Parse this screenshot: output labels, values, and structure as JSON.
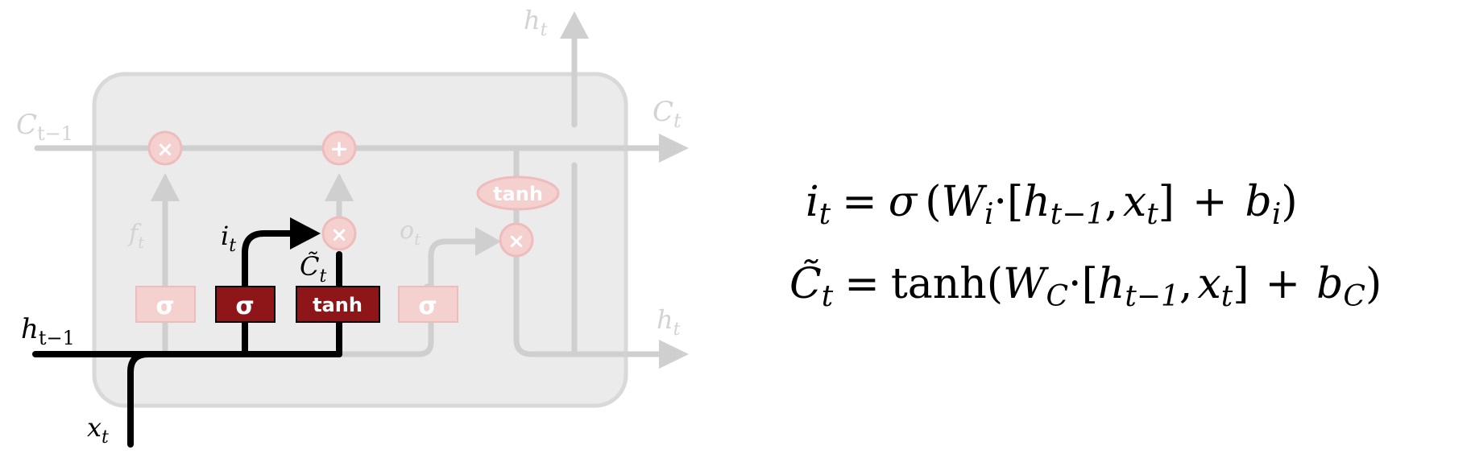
{
  "diagram": {
    "labels": {
      "h_prev_base": "h",
      "h_prev_sub": "t−1",
      "x_base": "x",
      "x_sub": "t",
      "c_prev_base": "C",
      "c_prev_sub": "t−1",
      "c_out_base": "C",
      "c_out_sub": "t",
      "h_top_base": "h",
      "h_top_sub": "t",
      "h_right_base": "h",
      "h_right_sub": "t",
      "f_base": "f",
      "f_sub": "t",
      "i_base": "i",
      "i_sub": "t",
      "ctilde_base": "C̃",
      "ctilde_sub": "t",
      "o_base": "o",
      "o_sub": "t"
    },
    "gates": {
      "forget": "σ",
      "input": "σ",
      "candidate": "tanh",
      "output": "σ",
      "cell_tanh": "tanh"
    },
    "ops": {
      "mult": "×",
      "add": "+"
    },
    "colors": {
      "highlight_gate": "#8e1618",
      "faded_gate": "#f4d0cf",
      "faded_line": "#cfcfcf",
      "cell_bg": "#ebebeb",
      "active_line": "#000000"
    }
  },
  "equations": {
    "eq1": {
      "lhs_base": "i",
      "lhs_sub": "t",
      "eq": "=",
      "sigma": "σ",
      "open": "(",
      "w_base": "W",
      "w_sub": "i",
      "dot": "·",
      "br_open": "[",
      "h_base": "h",
      "h_sub": "t−1",
      "comma": ",",
      "x_base": "x",
      "x_sub": "t",
      "br_close": "]",
      "plus": "+",
      "b_base": "b",
      "b_sub": "i",
      "close": ")"
    },
    "eq2": {
      "lhs_base": "C̃",
      "lhs_sub": "t",
      "eq": "=",
      "fn": "tanh",
      "open": "(",
      "w_base": "W",
      "w_sub": "C",
      "dot": "·",
      "br_open": "[",
      "h_base": "h",
      "h_sub": "t−1",
      "comma": ",",
      "x_base": "x",
      "x_sub": "t",
      "br_close": "]",
      "plus": "+",
      "b_base": "b",
      "b_sub": "C",
      "close": ")"
    }
  }
}
